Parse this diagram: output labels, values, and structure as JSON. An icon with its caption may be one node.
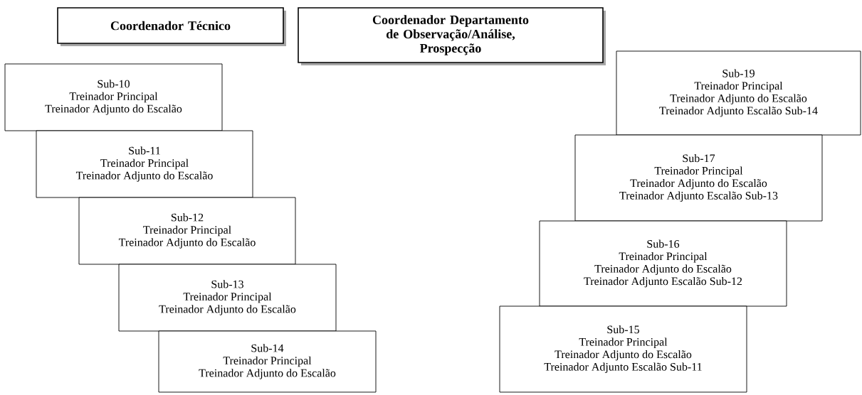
{
  "diagram": {
    "nodes": [
      {
        "text": [
          "Coordenador Técnico"
        ]
      },
      {
        "text": [
          "Coordenador Departamento de Observação/Análise, Prospecção"
        ]
      },
      {
        "text": [
          "Sub-10",
          "Treinador Principal",
          "Treinador Adjunto do Escalão"
        ]
      },
      {
        "text": [
          "Sub-11",
          "Treinador Principal",
          "Treinador Adjunto do Escalão"
        ]
      },
      {
        "text": [
          "Sub-12",
          "Treinador Principal",
          "Treinador Adjunto do Escalão"
        ]
      },
      {
        "text": [
          "Sub-13",
          "Treinador Principal",
          "Treinador Adjunto do Escalão"
        ]
      },
      {
        "text": [
          "Sub-14",
          "Treinador Principal",
          "Treinador Adjunto do Escalão"
        ]
      },
      {
        "text": [
          "Sub-19",
          "Treinador Principal",
          "Treinador Adjunto do Escalão",
          "Treinador Adjunto Escalão Sub-14"
        ]
      },
      {
        "text": [
          "Sub-17",
          "Treinador Principal",
          "Treinador Adjunto do Escalão",
          "Treinador Adjunto Escalão Sub-13"
        ]
      },
      {
        "text": [
          "Sub-16",
          "Treinador Principal",
          "Treinador Adjunto do Escalão",
          "Treinador Adjunto Escalão Sub-12"
        ]
      },
      {
        "text": [
          "Sub-15",
          "Treinador Principal",
          "Treinador Adjunto do Escalão",
          "Treinador Adjunto Escalão Sub-11"
        ]
      }
    ]
  }
}
